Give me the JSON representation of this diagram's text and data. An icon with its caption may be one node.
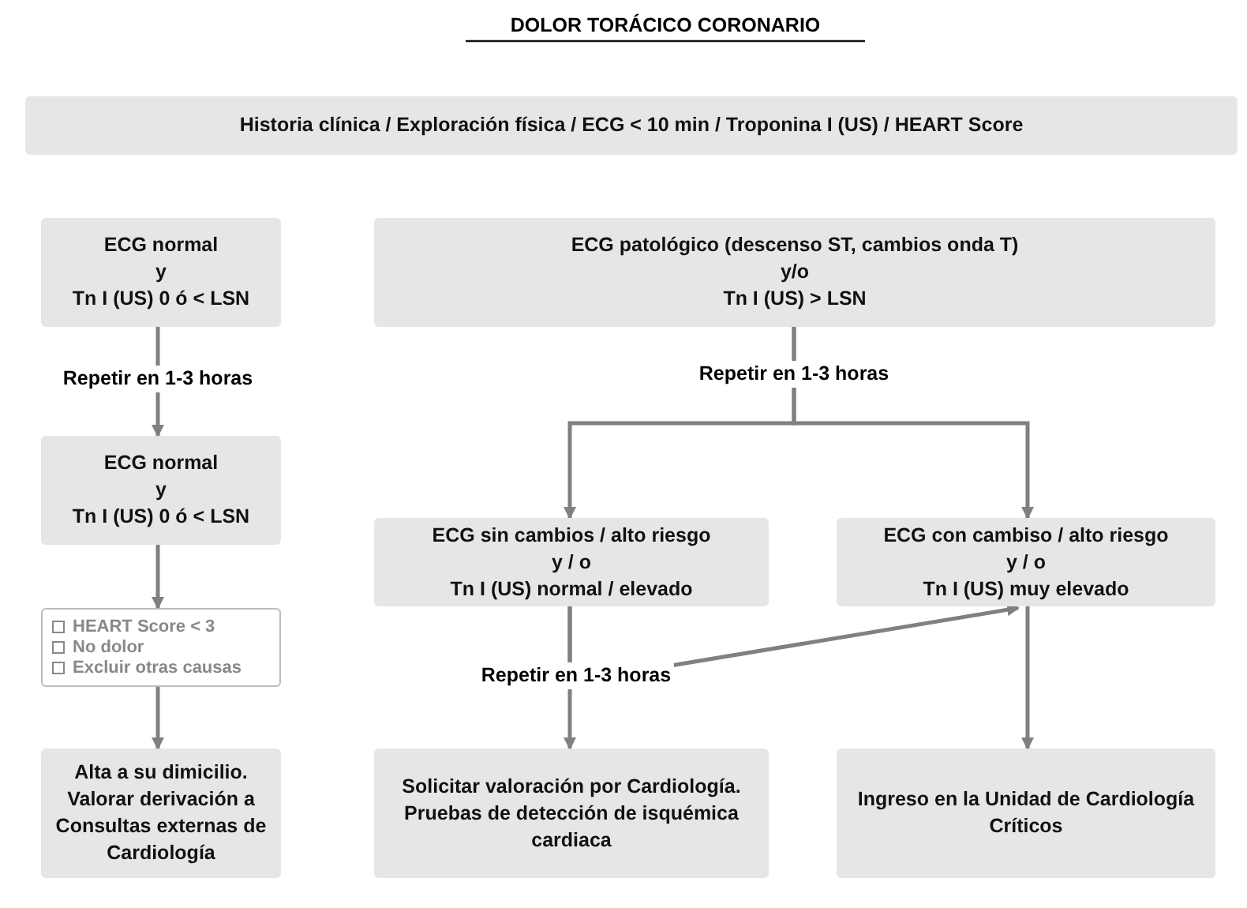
{
  "diagram": {
    "title": "DOLOR TORÁCICO CORONARIO",
    "nodes": [
      {
        "text": [
          "Historia clínica / Exploración física / ECG < 10 min / Troponina I (US) / HEART Score"
        ]
      },
      {
        "text": [
          "ECG normal",
          "y",
          "Tn I (US) 0 ó < LSN"
        ]
      },
      {
        "text": [
          "ECG patológico (descenso ST, cambios onda T)",
          "y/o",
          "Tn I (US) > LSN"
        ]
      },
      {
        "text": [
          "ECG normal",
          "y",
          "Tn I (US) 0 ó < LSN"
        ]
      },
      {
        "text": [
          "HEART Score  < 3",
          "No dolor",
          "Excluir otras causas"
        ]
      },
      {
        "text": [
          "Alta a su dimicilio. Valorar derivación a Consultas externas de Cardiología"
        ]
      },
      {
        "text": [
          "ECG sin cambios / alto riesgo",
          "y / o",
          "Tn I (US) normal / elevado"
        ]
      },
      {
        "text": [
          "ECG con cambiso / alto riesgo",
          "y / o",
          "Tn I (US) muy elevado"
        ]
      },
      {
        "text": [
          "Solicitar valoración por Cardiología. Pruebas de detección de isquémica cardiaca"
        ]
      },
      {
        "text": [
          "Ingreso en la Unidad de Cardiología Críticos"
        ]
      }
    ],
    "edges": [
      {
        "from": 1,
        "to": 3,
        "arrow": "to",
        "label": "Repetir en 1-3 horas"
      },
      {
        "from": 3,
        "to": 4,
        "arrow": "to"
      },
      {
        "from": 4,
        "to": 5,
        "arrow": "to"
      },
      {
        "from": 2,
        "to": 6,
        "arrow": "to",
        "label": "Repetir en 1-3 horas"
      },
      {
        "from": 2,
        "to": 7,
        "arrow": "to"
      },
      {
        "from": 6,
        "to": 8,
        "arrow": "to",
        "label": "Repetir en 1-3 horas"
      },
      {
        "from": 6,
        "to": 7,
        "arrow": "to"
      },
      {
        "from": 7,
        "to": 9,
        "arrow": "to"
      }
    ]
  }
}
